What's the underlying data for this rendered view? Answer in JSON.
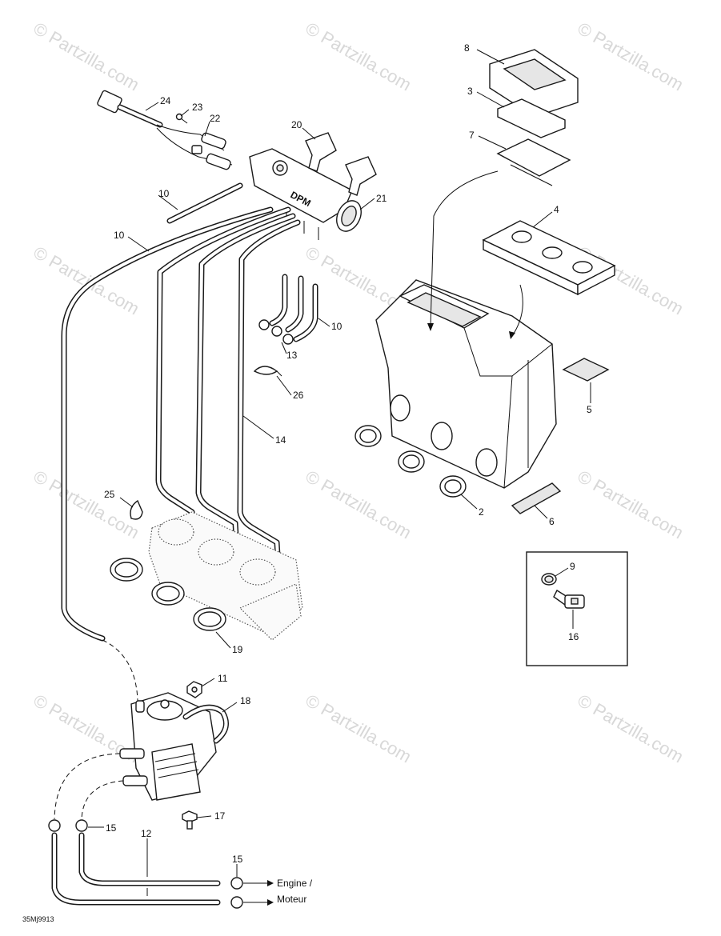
{
  "watermark": "© Partzilla.com",
  "drawing_code": "35Mj9913",
  "outlet_label": "Engine /\nMoteur",
  "outlet_label_line1": "Engine /",
  "outlet_label_line2": "Moteur",
  "callouts": {
    "c1": "8",
    "c2": "3",
    "c3": "7",
    "c4": "4",
    "c5": "5",
    "c6": "6",
    "c7": "2",
    "c8": "24",
    "c9": "23",
    "c10": "22",
    "c11": "20",
    "c12": "21",
    "c13": "10",
    "c14": "10",
    "c15": "10",
    "c16": "13",
    "c17": "26",
    "c18": "14",
    "c19": "25",
    "c20": "19",
    "c21": "9",
    "c22": "16",
    "c23": "11",
    "c24": "18",
    "c25": "15",
    "c26": "17",
    "c27": "12",
    "c28": "15"
  },
  "colors": {
    "line": "#1a1a1a",
    "watermark": "#d8d8d8",
    "background": "#ffffff"
  }
}
